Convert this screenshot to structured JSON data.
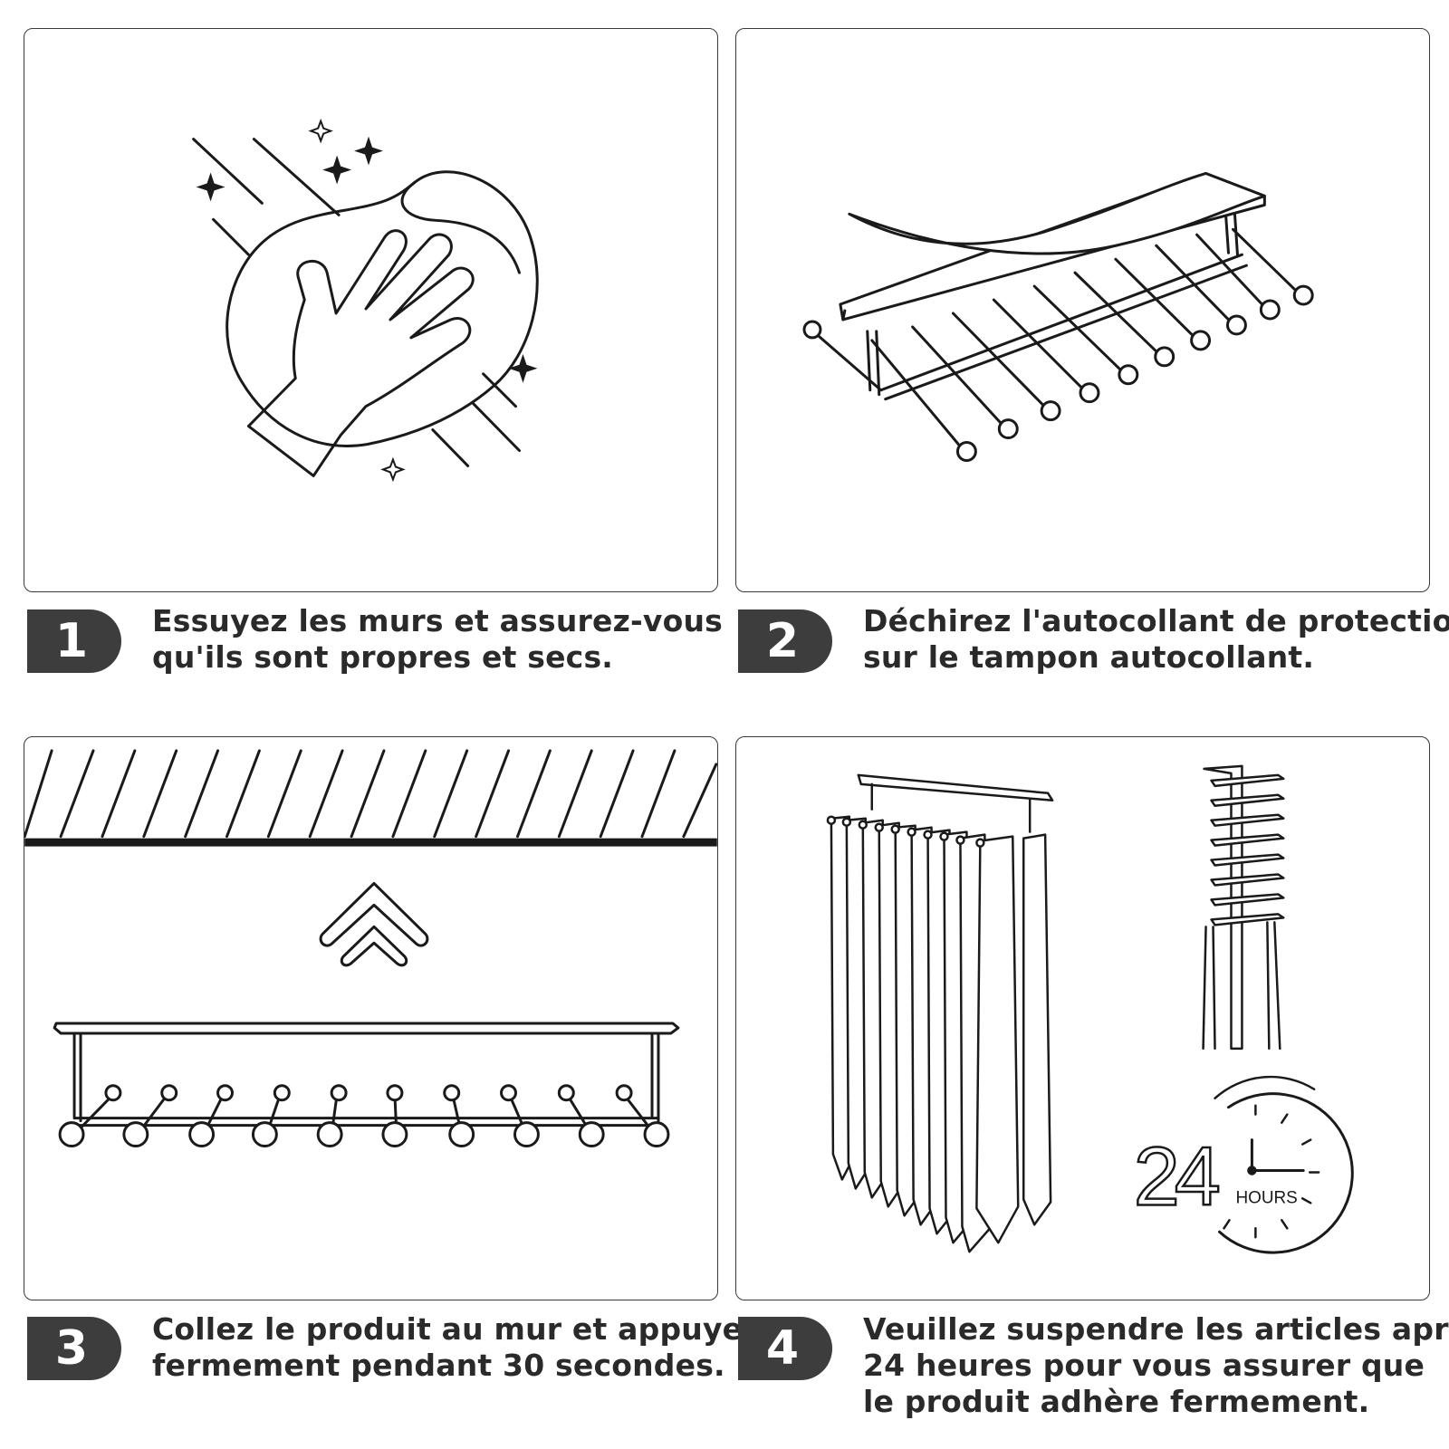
{
  "steps": [
    {
      "number": "1",
      "lines": [
        "Essuyez les murs et assurez-vous",
        "qu'ils sont propres et secs."
      ]
    },
    {
      "number": "2",
      "lines": [
        "Déchirez l'autocollant de protection",
        "sur le tampon autocollant."
      ]
    },
    {
      "number": "3",
      "lines": [
        "Collez le produit au mur et appuyez",
        "fermement pendant 30 secondes."
      ]
    },
    {
      "number": "4",
      "lines": [
        "Veuillez suspendre les articles après",
        "24 heures pour vous assurer que",
        "le produit adhère fermement."
      ]
    }
  ],
  "clock": {
    "big_number": "24",
    "unit": "HOURS"
  },
  "colors": {
    "ink": "#1a1a1a",
    "badge": "#3d3d3d",
    "border": "#3a3a3a"
  }
}
